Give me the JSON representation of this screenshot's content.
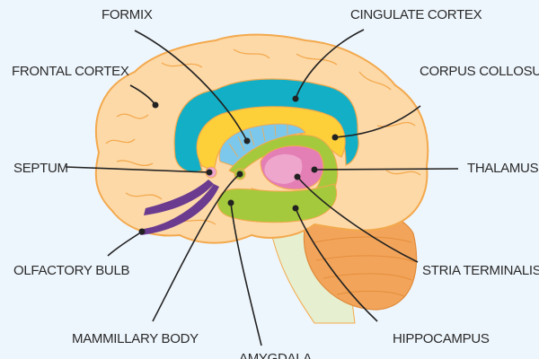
{
  "labels": {
    "formix": "FORMIX",
    "cingulate_cortex": "CINGULATE CORTEX",
    "frontal_cortex": "FRONTAL CORTEX",
    "corpus_collosum": "CORPUS COLLOSUM",
    "septum": "SEPTUM",
    "thalamus": "THALAMUS",
    "olfactory_bulb": "OLFACTORY BULB",
    "stria_terminalis": "STRIA TERMINALIS",
    "mammillary_body": "MAMMILLARY BODY",
    "amygdala": "AMYGDALA",
    "hippocampus": "HIPPOCAMPUS"
  },
  "colors": {
    "background": "#eef6fd",
    "cortex": "#fdd9a8",
    "cortex_outline": "#f3a94d",
    "cingulate": "#12afc6",
    "corpus": "#fdd03a",
    "formix": "#7cc8ec",
    "limbic_green": "#a5c93c",
    "thalamus": "#e47fb6",
    "thalamus_inner": "#eea6cd",
    "olfactory": "#6b3b8f",
    "cerebellum": "#f2a55a",
    "brainstem": "#e6efcf"
  }
}
